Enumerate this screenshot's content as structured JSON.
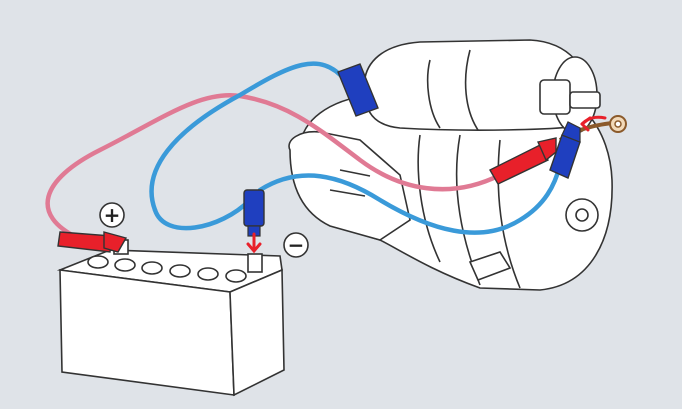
{
  "diagram": {
    "symbols": {
      "positive": "+",
      "negative": "−"
    },
    "colors": {
      "background": "#dfe3e8",
      "cable_positive": "#e07a94",
      "cable_negative": "#3a9ad9",
      "clip_red": "#e8202a",
      "clip_blue": "#1f3fbf",
      "arrow": "#e8202a",
      "outline": "#333333",
      "body_fill": "#ffffff"
    },
    "parts": [
      "battery",
      "starter-motor",
      "red-clip",
      "blue-clip"
    ]
  }
}
